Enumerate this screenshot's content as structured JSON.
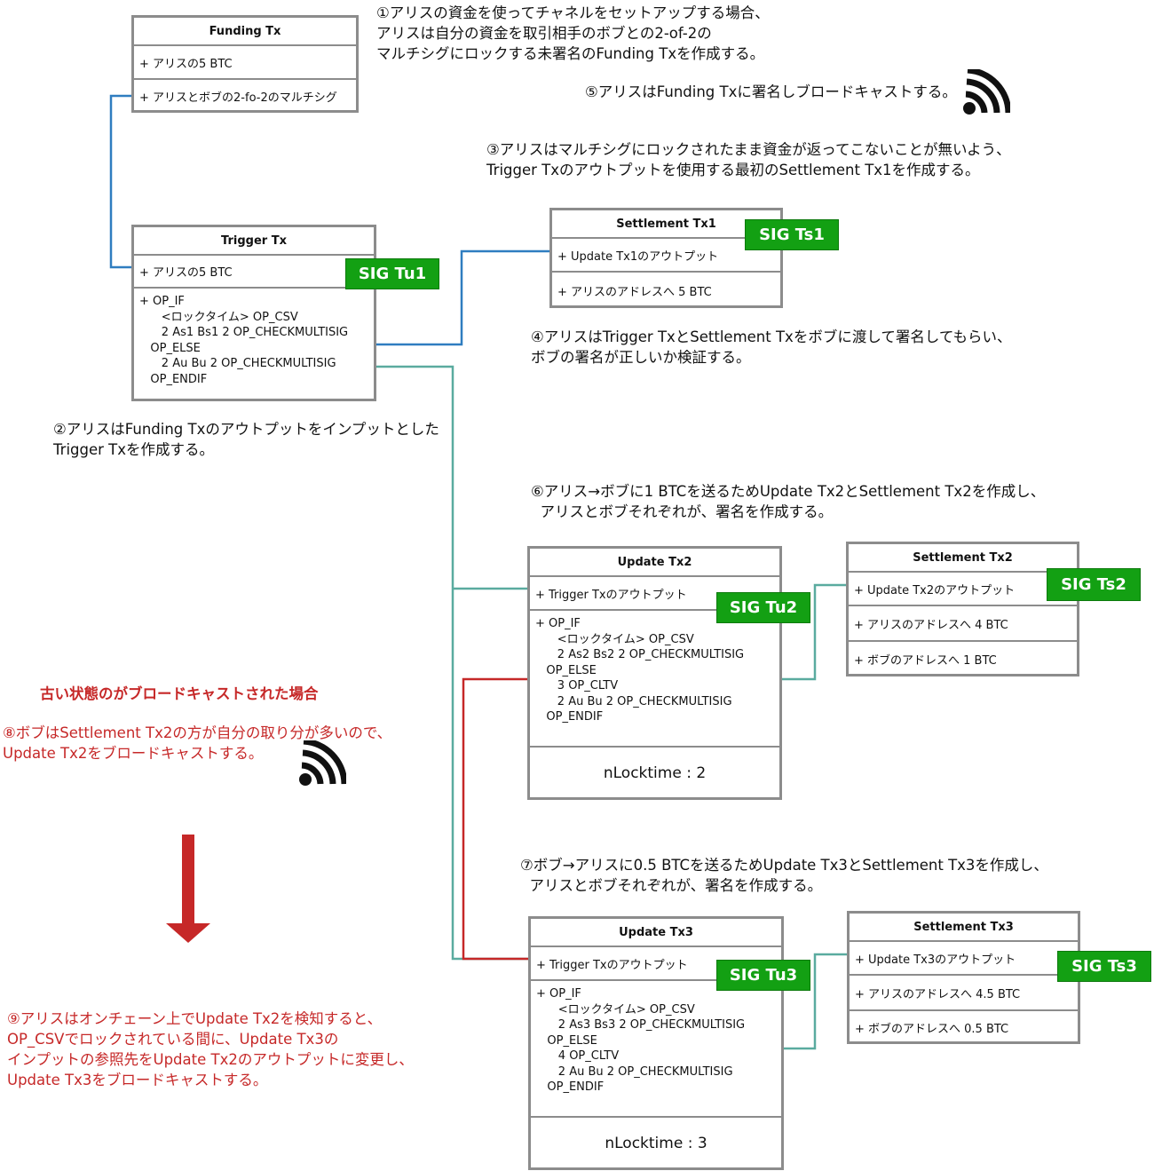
{
  "colors": {
    "blue": "#2f7dc0",
    "teal": "#5aab9f",
    "red": "#c62828",
    "green": "#13a013",
    "border": "#8c8c8c"
  },
  "funding": {
    "title": "Funding Tx",
    "rows": [
      "+ アリスの5 BTC",
      "+ アリスとボブの2-fo-2のマルチシグ"
    ]
  },
  "trigger": {
    "title": "Trigger Tx",
    "input": "+ アリスの5 BTC",
    "script": "+ OP_IF\n      <ロックタイム> OP_CSV\n      2 As1 Bs1 2 OP_CHECKMULTISIG\n   OP_ELSE\n      2 Au Bu 2 OP_CHECKMULTISIG\n   OP_ENDIF",
    "sig": "SIG Tu1"
  },
  "settlement1": {
    "title": "Settlement Tx1",
    "rows": [
      "+ Update Tx1のアウトプット",
      "+ アリスのアドレスへ 5 BTC"
    ],
    "sig": "SIG Ts1"
  },
  "update2": {
    "title": "Update Tx2",
    "input": "+ Trigger Txのアウトプット",
    "script": "+ OP_IF\n      <ロックタイム> OP_CSV\n      2 As2 Bs2 2 OP_CHECKMULTISIG\n   OP_ELSE\n      3 OP_CLTV\n      2 Au Bu 2 OP_CHECKMULTISIG\n   OP_ENDIF",
    "locktime": "nLocktime : 2",
    "sig": "SIG Tu2"
  },
  "settlement2": {
    "title": "Settlement Tx2",
    "rows": [
      "+ Update Tx2のアウトプット",
      "+ アリスのアドレスへ 4 BTC",
      "+ ボブのアドレスへ 1 BTC"
    ],
    "sig": "SIG Ts2"
  },
  "update3": {
    "title": "Update Tx3",
    "input": "+ Trigger Txのアウトプット",
    "script": "+ OP_IF\n      <ロックタイム> OP_CSV\n      2 As3 Bs3 2 OP_CHECKMULTISIG\n   OP_ELSE\n      4 OP_CLTV\n      2 Au Bu 2 OP_CHECKMULTISIG\n   OP_ENDIF",
    "locktime": "nLocktime : 3",
    "sig": "SIG Tu3"
  },
  "settlement3": {
    "title": "Settlement Tx3",
    "rows": [
      "+ Update Tx3のアウトプット",
      "+ アリスのアドレスへ 4.5 BTC",
      "+ ボブのアドレスへ 0.5 BTC"
    ],
    "sig": "SIG Ts3"
  },
  "notes": {
    "n1": "①アリスの資金を使ってチャネルをセットアップする場合、\nアリスは自分の資金を取引相手のボブとの2-of-2の\nマルチシグにロックする未署名のFunding Txを作成する。",
    "n5": "⑤アリスはFunding Txに署名しブロードキャストする。",
    "n3": "③アリスはマルチシグにロックされたまま資金が返ってこないことが無いよう、\nTrigger Txのアウトプットを使用する最初のSettlement Tx1を作成する。",
    "n4": "④アリスはTrigger TxとSettlement Txをボブに渡して署名してもらい、\nボブの署名が正しいか検証する。",
    "n2": "②アリスはFunding Txのアウトプットをインプットとした\nTrigger Txを作成する。",
    "n6": "⑥アリス→ボブに1 BTCを送るためUpdate Tx2とSettlement Tx2を作成し、\n  アリスとボブそれぞれが、署名を作成する。",
    "old_heading": "古い状態のがブロードキャストされた場合",
    "n8": "⑧ボブはSettlement Tx2の方が自分の取り分が多いので、\nUpdate Tx2をブロードキャストする。",
    "n7": "⑦ボブ→アリスに0.5 BTCを送るためUpdate Tx3とSettlement Tx3を作成し、\n  アリスとボブそれぞれが、署名を作成する。",
    "n9": "⑨アリスはオンチェーン上でUpdate Tx2を検知すると、\nOP_CSVでロックされている間に、Update Tx3の\nインプットの参照先をUpdate Tx2のアウトプットに変更し、\nUpdate Tx3をブロードキャストする。"
  },
  "icons": [
    "broadcast-icon",
    "down-arrow-icon"
  ]
}
